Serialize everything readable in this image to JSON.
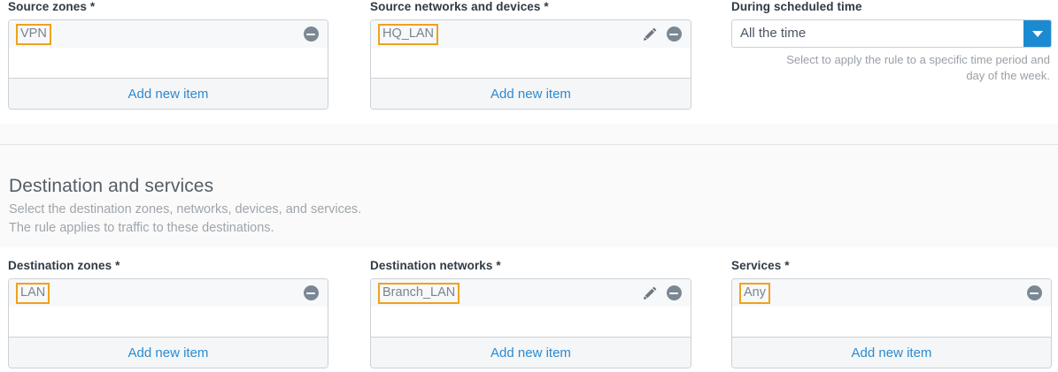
{
  "source_section": {
    "fields": [
      {
        "label": "Source zones",
        "required_mark": "*",
        "items": [
          {
            "name": "VPN",
            "has_edit": false,
            "has_remove": true
          }
        ],
        "add_label": "Add new item"
      },
      {
        "label": "Source networks and devices",
        "required_mark": "*",
        "items": [
          {
            "name": "HQ_LAN",
            "has_edit": true,
            "has_remove": true
          }
        ],
        "add_label": "Add new item"
      }
    ],
    "schedule": {
      "label": "During scheduled time",
      "required_mark": "",
      "selected": "All the time",
      "help_line_1": "Select to apply the rule to a specific time period and",
      "help_line_2": "day of the week."
    }
  },
  "destination_section": {
    "title": "Destination and services",
    "subtitle_line_1": "Select the destination zones, networks, devices, and services.",
    "subtitle_line_2": "The rule applies to traffic to these destinations.",
    "fields": [
      {
        "label": "Destination zones",
        "required_mark": "*",
        "items": [
          {
            "name": "LAN",
            "has_edit": false,
            "has_remove": true
          }
        ],
        "add_label": "Add new item"
      },
      {
        "label": "Destination networks",
        "required_mark": "*",
        "items": [
          {
            "name": "Branch_LAN",
            "has_edit": true,
            "has_remove": true
          }
        ],
        "add_label": "Add new item"
      },
      {
        "label": "Services",
        "required_mark": "*",
        "items": [
          {
            "name": "Any",
            "has_edit": false,
            "has_remove": true
          }
        ],
        "add_label": "Add new item"
      }
    ]
  },
  "colors": {
    "accent_link": "#2a8bd0",
    "chip_border": "#efa21c",
    "dropdown_button": "#1c8ad1",
    "icon_gray": "#7b8894",
    "band_background": "#fafafa"
  }
}
